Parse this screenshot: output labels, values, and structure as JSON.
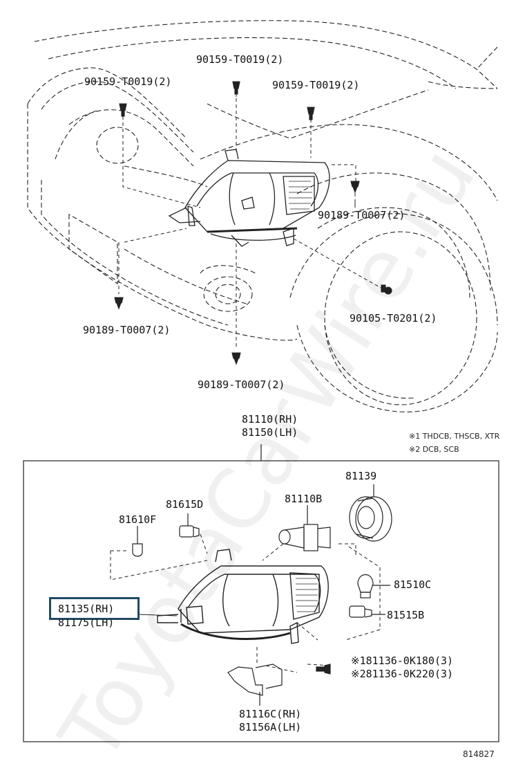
{
  "callouts": {
    "bolt_upper_left": "90159-T0019(2)",
    "bolt_top_center": "90159-T0019(2)",
    "bolt_upper_right": "90159-T0019(2)",
    "clip_right": "90189-T0007(2)",
    "screw_right": "90105-T0201(2)",
    "clip_left": "90189-T0007(2)",
    "clip_bottom": "90189-T0007(2)"
  },
  "assembly": {
    "unit_rh": "81110(RH)",
    "unit_lh": "81150(LH)",
    "note1": "※1 THDCB, THSCB, XTR",
    "note2": "※2 DCB, SCB"
  },
  "parts": {
    "p81139": "81139",
    "p81110b": "81110B",
    "p81615d": "81615D",
    "p81610f": "81610F",
    "p81510c": "81510C",
    "p81515b": "81515B",
    "housing_rh": "81135(RH)",
    "housing_lh": "81175(LH)",
    "bolt1": "※181136-0K180(3)",
    "bolt2": "※281136-0K220(3)",
    "bracket_rh": "81116C(RH)",
    "bracket_lh": "81156A(LH)"
  },
  "figure_number": "814827",
  "watermark": "ToyotaCarWire.ru"
}
